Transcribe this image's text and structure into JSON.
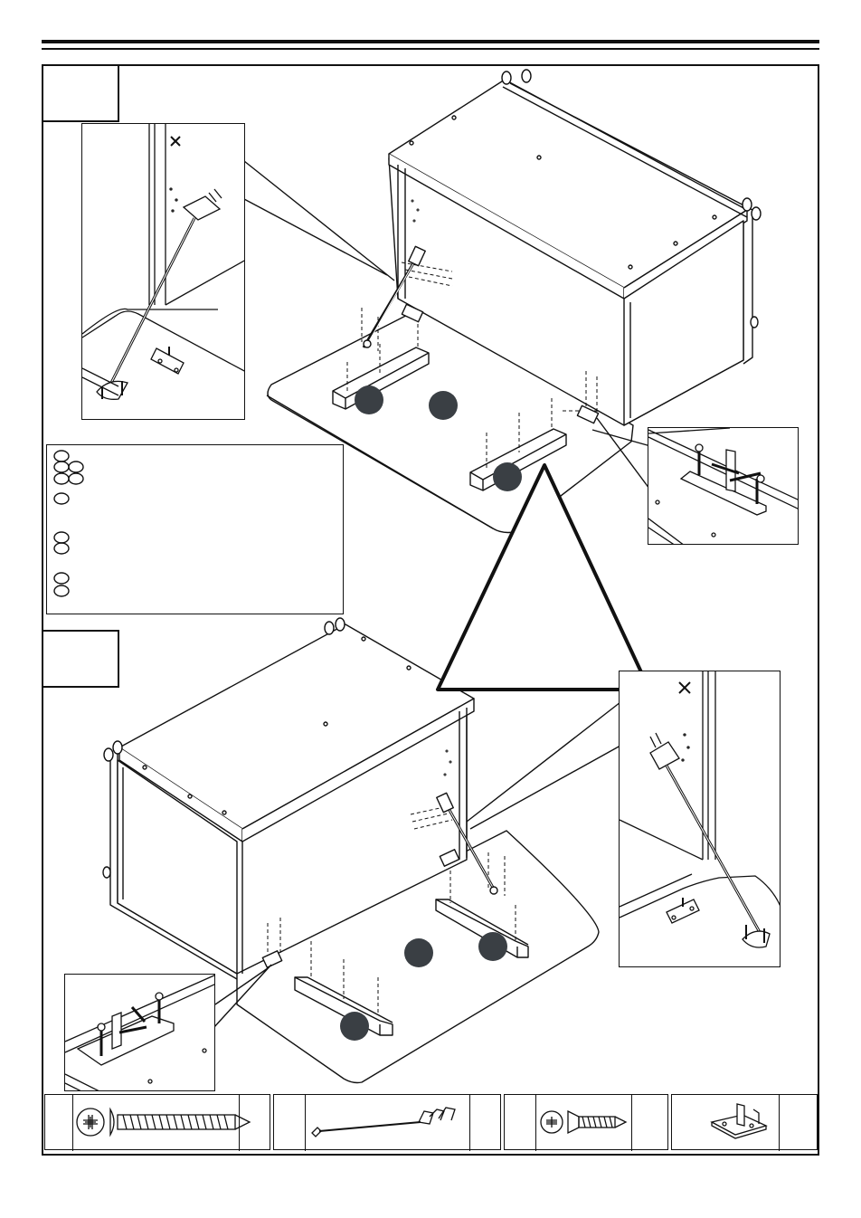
{
  "page": {
    "steps": [
      {
        "number": ""
      },
      {
        "number": ""
      }
    ],
    "legend": {
      "rows": [
        {
          "circles": 1
        },
        {
          "circles": 2
        },
        {
          "circles": 2
        },
        {
          "circles": 1
        },
        {
          "circles": 2
        },
        {
          "circles": 2
        }
      ]
    },
    "warning": {
      "symbol": "",
      "color": "#111111"
    },
    "parts": [
      {
        "name": "pan-head-screw-icon",
        "label": ""
      },
      {
        "name": "gas-lift-stay-icon",
        "label": ""
      },
      {
        "name": "countersunk-screw-icon",
        "label": ""
      },
      {
        "name": "flap-hinge-icon",
        "label": ""
      }
    ],
    "colors": {
      "line": "#111111",
      "fill": "#ffffff",
      "marker": "#3a3f44"
    }
  }
}
